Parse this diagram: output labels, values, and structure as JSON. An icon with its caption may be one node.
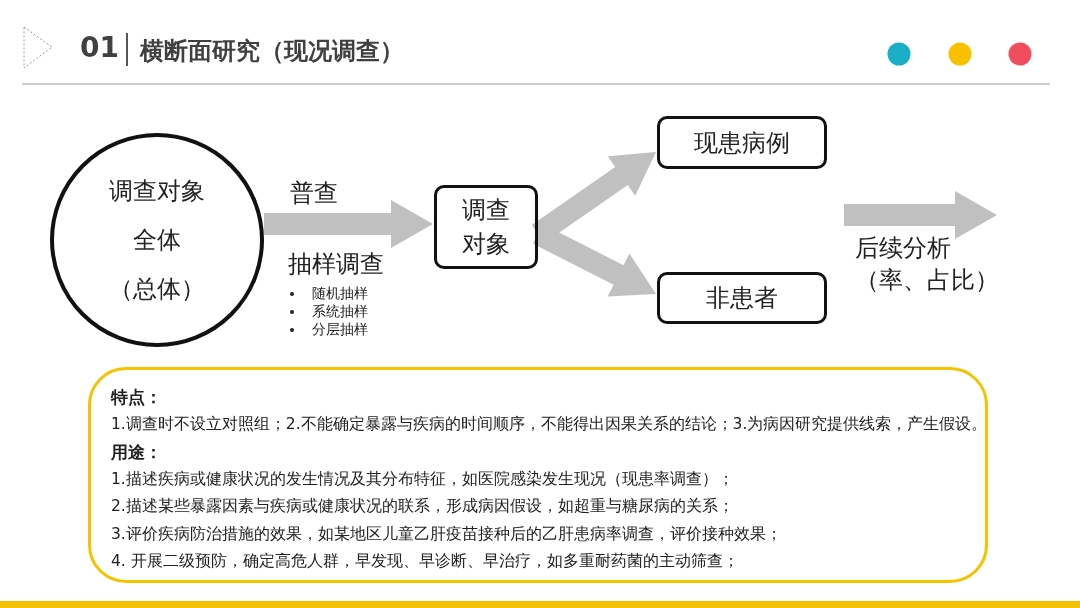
{
  "diagram": {
    "title": "横断面研究（现况调查）",
    "nodes": [
      {
        "text": [
          "调查对象",
          "全体",
          "（总体）"
        ]
      },
      {
        "text": [
          "调查对象"
        ]
      },
      {
        "text": [
          "现患病例"
        ]
      },
      {
        "text": [
          "非患者"
        ]
      },
      {
        "text": [
          "特点：",
          "1.调查时不设立对照组；2.不能确定暴露与疾病的时间顺序，不能得出因果关系的结论；3.为病因研究提供线索，产生假设。",
          "用途：",
          "1.描述疾病或健康状况的发生情况及其分布特征，如医院感染发生现况（现患率调查）；",
          "2.描述某些暴露因素与疾病或健康状况的联系，形成病因假设，如超重与糖尿病的关系；",
          "3.评价疾病防治措施的效果，如某地区儿童乙肝疫苗接种后的乙肝患病率调查，评价接种效果；",
          "4. 开展二级预防，确定高危人群，早发现、早诊断、早治疗，如多重耐药菌的主动筛查；"
        ]
      }
    ],
    "edges": [
      {
        "from": 0,
        "to": 1,
        "arrow": "to",
        "label": "普查"
      },
      {
        "from": 1,
        "to": 2,
        "arrow": "to"
      },
      {
        "from": 1,
        "to": 3,
        "arrow": "to"
      }
    ],
    "labels": [
      "01",
      "抽样调查",
      "随机抽样",
      "系统抽样",
      "分层抽样",
      "后续分析",
      "（率、占比）"
    ]
  }
}
